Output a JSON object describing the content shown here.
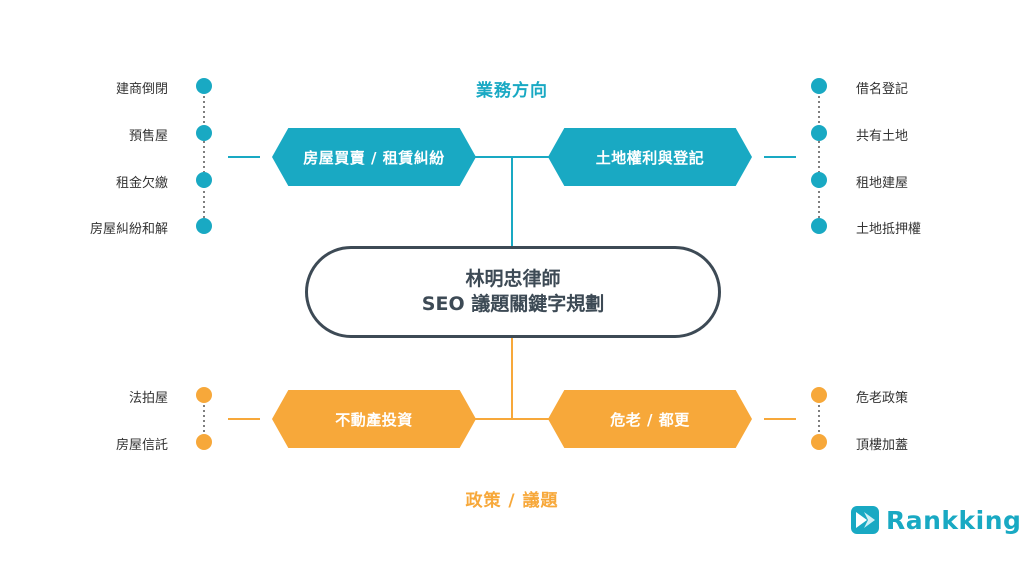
{
  "diagram": {
    "center": {
      "line1": "林明忠律師",
      "line2": "SEO 議題關鍵字規劃"
    },
    "top_section": {
      "title": "業務方向",
      "color": "#19a9c3",
      "left_branch": {
        "label": "房屋買賣 / 租賃糾紛",
        "items": [
          "建商倒閉",
          "預售屋",
          "租金欠繳",
          "房屋糾紛和解"
        ]
      },
      "right_branch": {
        "label": "土地權利與登記",
        "items": [
          "借名登記",
          "共有土地",
          "租地建屋",
          "土地抵押權"
        ]
      }
    },
    "bottom_section": {
      "title": "政策 / 議題",
      "color": "#f7a83a",
      "left_branch": {
        "label": "不動產投資",
        "items": [
          "法拍屋",
          "房屋信託"
        ]
      },
      "right_branch": {
        "label": "危老 / 都更",
        "items": [
          "危老政策",
          "頂樓加蓋"
        ]
      }
    }
  },
  "logo": {
    "text": "Rankking",
    "icon": "rankking-logo-icon",
    "color": "#19a9c3"
  }
}
